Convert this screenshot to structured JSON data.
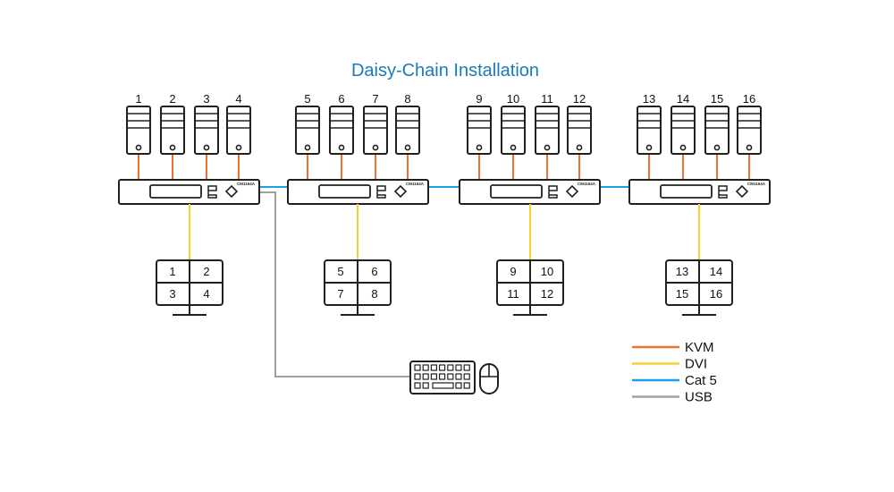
{
  "title": "Daisy-Chain Installation",
  "kvm_model": "CM1164A",
  "groups": [
    {
      "computers": [
        "1",
        "2",
        "3",
        "4"
      ],
      "monitor": [
        "1",
        "2",
        "3",
        "4"
      ]
    },
    {
      "computers": [
        "5",
        "6",
        "7",
        "8"
      ],
      "monitor": [
        "5",
        "6",
        "7",
        "8"
      ]
    },
    {
      "computers": [
        "9",
        "10",
        "11",
        "12"
      ],
      "monitor": [
        "9",
        "10",
        "11",
        "12"
      ]
    },
    {
      "computers": [
        "13",
        "14",
        "15",
        "16"
      ],
      "monitor": [
        "13",
        "14",
        "15",
        "16"
      ]
    }
  ],
  "legend": [
    {
      "label": "KVM",
      "color": "#f07030"
    },
    {
      "label": "DVI",
      "color": "#f8d030"
    },
    {
      "label": "Cat 5",
      "color": "#1aa0e8"
    },
    {
      "label": "USB",
      "color": "#a0a0a0"
    }
  ],
  "stroke_color": "#231f20"
}
